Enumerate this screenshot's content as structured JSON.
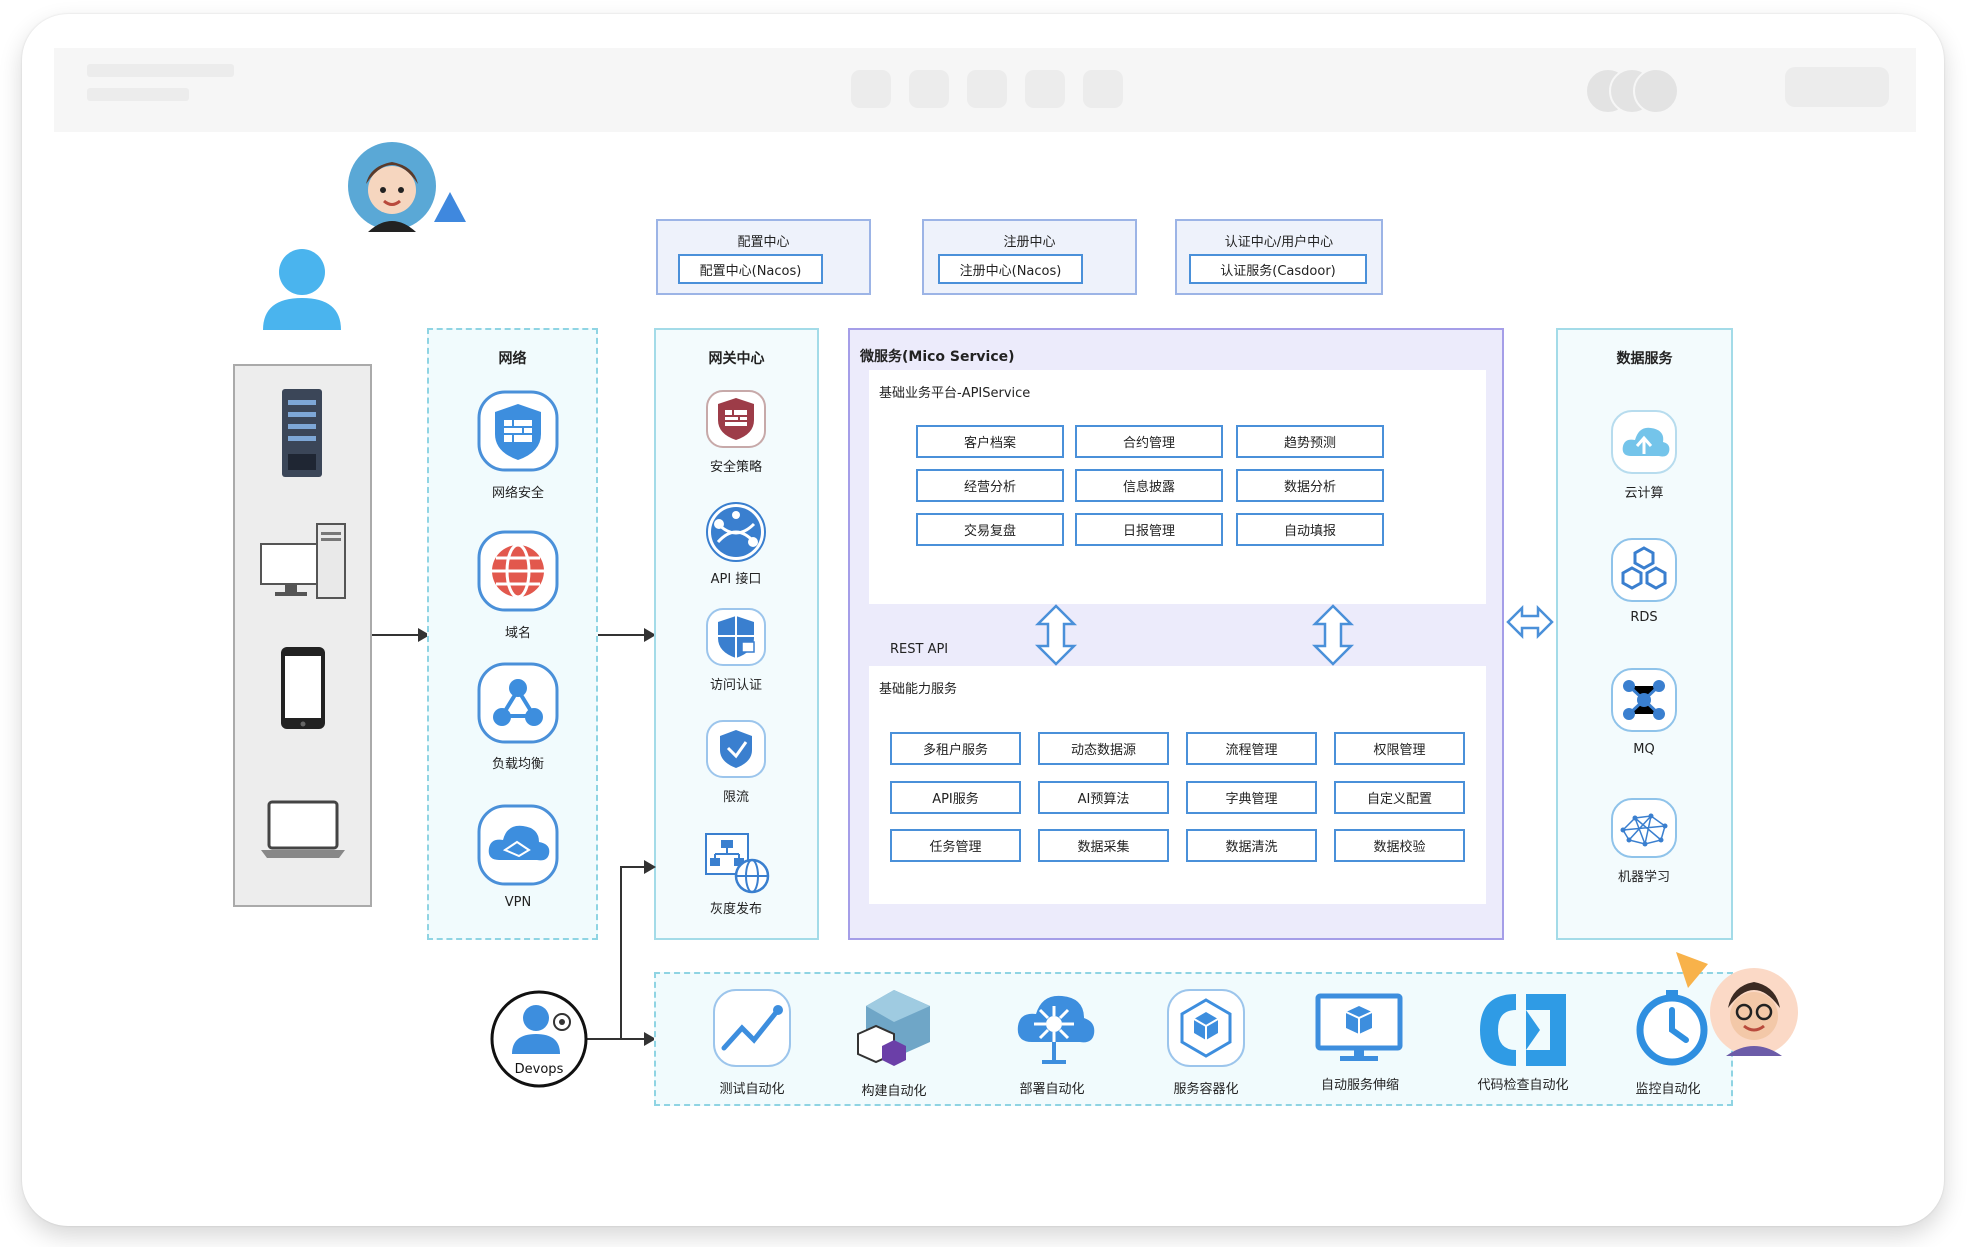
{
  "colors": {
    "accent": "#4a90d9",
    "cyan_border": "#8fd4e3",
    "purple_border": "#a59ee8",
    "red_icon": "#e2584d"
  },
  "top_cards": [
    {
      "title": "配置中心",
      "inner": "配置中心(Nacos)"
    },
    {
      "title": "注册中心",
      "inner": "注册中心(Nacos)"
    },
    {
      "title": "认证中心/用户中心",
      "inner": "认证服务(Casdoor)"
    }
  ],
  "network": {
    "title": "网络",
    "items": [
      {
        "label": "网络安全",
        "icon": "shield-brick-icon"
      },
      {
        "label": "域名",
        "icon": "globe-icon"
      },
      {
        "label": "负载均衡",
        "icon": "load-balance-icon"
      },
      {
        "label": "VPN",
        "icon": "cloud-network-icon"
      }
    ]
  },
  "gateway": {
    "title": "网关中心",
    "items": [
      {
        "label": "安全策略",
        "icon": "firewall-icon"
      },
      {
        "label": "API 接口",
        "icon": "api-network-icon"
      },
      {
        "label": "访问认证",
        "icon": "shield-lock-icon"
      },
      {
        "label": "限流",
        "icon": "shield-check-icon"
      },
      {
        "label": "灰度发布",
        "icon": "gray-release-icon"
      }
    ]
  },
  "micro": {
    "title": "微服务(Mico Service)",
    "api_service": {
      "title": "基础业务平台-APIService",
      "rows": [
        [
          "客户档案",
          "合约管理",
          "趋势预测"
        ],
        [
          "经营分析",
          "信息披露",
          "数据分析"
        ],
        [
          "交易复盘",
          "日报管理",
          "自动填报"
        ]
      ]
    },
    "rest_api": "REST API",
    "base_service": {
      "title": "基础能力服务",
      "rows": [
        [
          "多租户服务",
          "动态数据源",
          "流程管理",
          "权限管理"
        ],
        [
          "API服务",
          "AI预算法",
          "字典管理",
          "自定义配置"
        ],
        [
          "任务管理",
          "数据采集",
          "数据清洗",
          "数据校验"
        ]
      ]
    }
  },
  "data_service": {
    "title": "数据服务",
    "items": [
      {
        "label": "云计算",
        "icon": "cloud-upload-icon"
      },
      {
        "label": "RDS",
        "icon": "hexagon-cluster-icon"
      },
      {
        "label": "MQ",
        "icon": "message-queue-icon"
      },
      {
        "label": "机器学习",
        "icon": "neural-net-icon"
      }
    ]
  },
  "devops": {
    "label": "Devops",
    "items": [
      {
        "label": "测试自动化",
        "icon": "chart-trend-icon"
      },
      {
        "label": "构建自动化",
        "icon": "cube-build-icon"
      },
      {
        "label": "部署自动化",
        "icon": "cloud-deploy-icon"
      },
      {
        "label": "服务容器化",
        "icon": "container-icon"
      },
      {
        "label": "自动服务伸缩",
        "icon": "monitor-cube-icon"
      },
      {
        "label": "代码检查自动化",
        "icon": "code-bracket-icon"
      },
      {
        "label": "监控自动化",
        "icon": "clock-monitor-icon"
      }
    ]
  }
}
